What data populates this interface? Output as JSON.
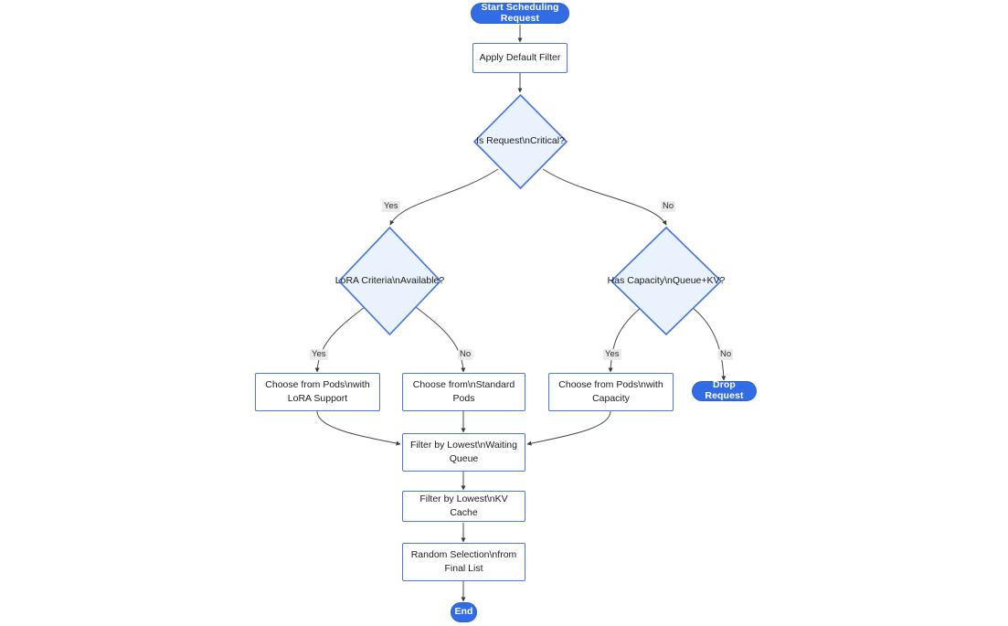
{
  "diagram": {
    "type": "flowchart",
    "title": "Scheduling Request Flowchart",
    "direction": "top-down",
    "colors": {
      "terminator_fill": "#326ce5",
      "terminator_text": "#ffffff",
      "process_fill": "#ffffff",
      "process_border": "#4a77e8",
      "decision_fill": "#eaf2fd",
      "decision_border": "#3f74e0",
      "edge_stroke": "#4a4a4a",
      "edge_label_bg": "#ebebeb",
      "text": "#1b1b1b",
      "background": "#ffffff"
    }
  },
  "nodes": {
    "start": {
      "label": "Start Scheduling Request",
      "shape": "terminator"
    },
    "apply_default_filter": {
      "label": "Apply Default Filter",
      "shape": "process"
    },
    "is_request_critical": {
      "label": "Is Request\\nCritical?",
      "shape": "decision"
    },
    "lora_criteria_available": {
      "label": "LoRA Criteria\\nAvailable?",
      "shape": "decision"
    },
    "has_capacity": {
      "label": "Has Capacity\\nQueue+KV?",
      "shape": "decision"
    },
    "choose_lora_pods": {
      "label": "Choose from Pods\\nwith\nLoRA Support",
      "shape": "process"
    },
    "choose_standard_pods": {
      "label": "Choose from\\nStandard\nPods",
      "shape": "process"
    },
    "choose_capacity_pods": {
      "label": "Choose from Pods\\nwith\nCapacity",
      "shape": "process"
    },
    "drop_request": {
      "label": "Drop Request",
      "shape": "terminator"
    },
    "filter_waiting_queue": {
      "label": "Filter by Lowest\\nWaiting\nQueue",
      "shape": "process"
    },
    "filter_kv_cache": {
      "label": "Filter by Lowest\\nKV Cache",
      "shape": "process"
    },
    "random_selection": {
      "label": "Random Selection\\nfrom\nFinal List",
      "shape": "process"
    },
    "end": {
      "label": "End",
      "shape": "terminator"
    }
  },
  "edge_labels": {
    "critical_yes": "Yes",
    "critical_no": "No",
    "lora_yes": "Yes",
    "lora_no": "No",
    "capacity_yes": "Yes",
    "capacity_no": "No"
  },
  "edges": [
    {
      "from": "start",
      "to": "apply_default_filter",
      "label": ""
    },
    {
      "from": "apply_default_filter",
      "to": "is_request_critical",
      "label": ""
    },
    {
      "from": "is_request_critical",
      "to": "lora_criteria_available",
      "label": "Yes"
    },
    {
      "from": "is_request_critical",
      "to": "has_capacity",
      "label": "No"
    },
    {
      "from": "lora_criteria_available",
      "to": "choose_lora_pods",
      "label": "Yes"
    },
    {
      "from": "lora_criteria_available",
      "to": "choose_standard_pods",
      "label": "No"
    },
    {
      "from": "has_capacity",
      "to": "choose_capacity_pods",
      "label": "Yes"
    },
    {
      "from": "has_capacity",
      "to": "drop_request",
      "label": "No"
    },
    {
      "from": "choose_lora_pods",
      "to": "filter_waiting_queue",
      "label": ""
    },
    {
      "from": "choose_standard_pods",
      "to": "filter_waiting_queue",
      "label": ""
    },
    {
      "from": "choose_capacity_pods",
      "to": "filter_waiting_queue",
      "label": ""
    },
    {
      "from": "filter_waiting_queue",
      "to": "filter_kv_cache",
      "label": ""
    },
    {
      "from": "filter_kv_cache",
      "to": "random_selection",
      "label": ""
    },
    {
      "from": "random_selection",
      "to": "end",
      "label": ""
    }
  ]
}
